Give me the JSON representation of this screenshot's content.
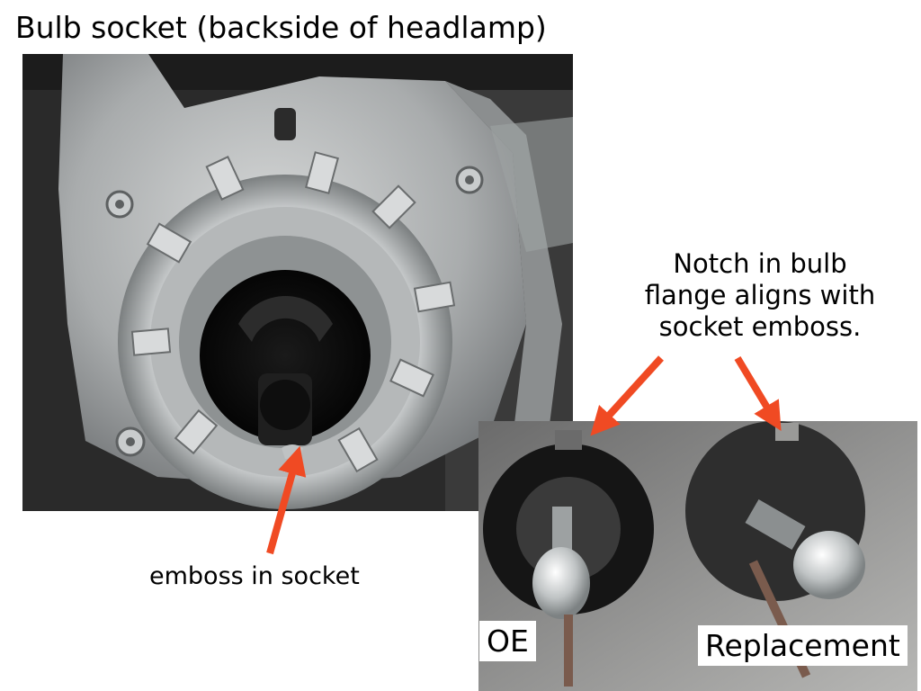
{
  "title": "Bulb socket (backside of headlamp)",
  "captions": {
    "notch": "Notch in bulb flange aligns with socket emboss.",
    "emboss": "emboss in socket"
  },
  "tags": {
    "oe": "OE",
    "replacement": "Replacement"
  },
  "colors": {
    "arrow": "#f04a23",
    "background": "#ffffff"
  }
}
